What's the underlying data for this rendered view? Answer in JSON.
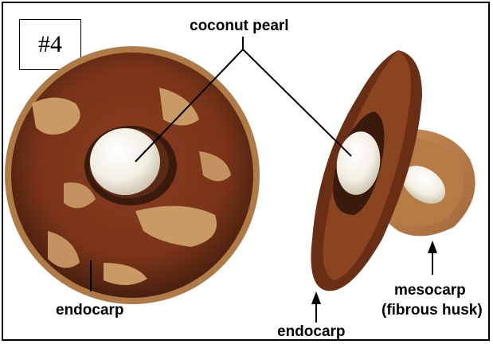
{
  "figure": {
    "tag": "#4",
    "labels": {
      "coconut_pearl": "coconut pearl",
      "endocarp_left": "endocarp",
      "endocarp_right": "endocarp",
      "mesocarp_line1": "mesocarp",
      "mesocarp_line2": "(fibrous husk)"
    }
  }
}
